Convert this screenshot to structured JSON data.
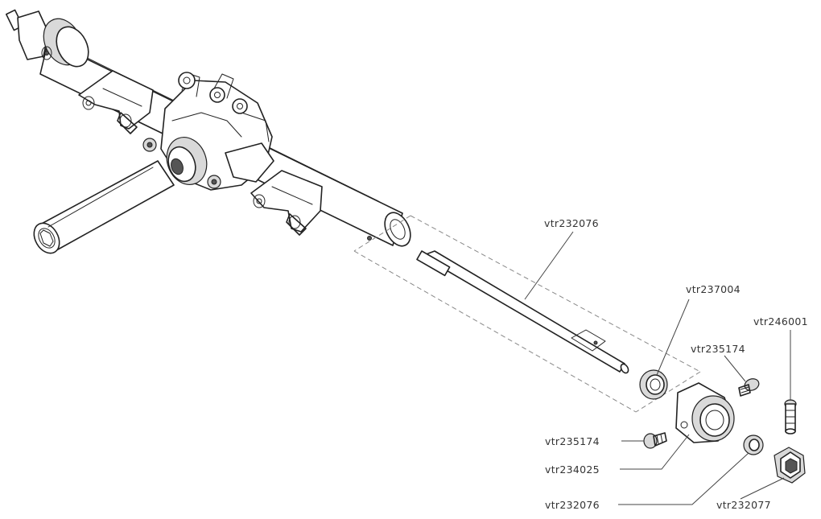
{
  "labels": {
    "shaft_main": "vtr232076",
    "bearing": "vtr237004",
    "screw_head_right": "vtr235174",
    "set_screw": "vtr246001",
    "screw_left": "vtr235174",
    "hub": "vtr234025",
    "washer": "vtr232076",
    "hex_nut": "vtr232077"
  },
  "colors": {
    "ink": "#222222",
    "label": "#333333",
    "dashed": "#888888"
  }
}
